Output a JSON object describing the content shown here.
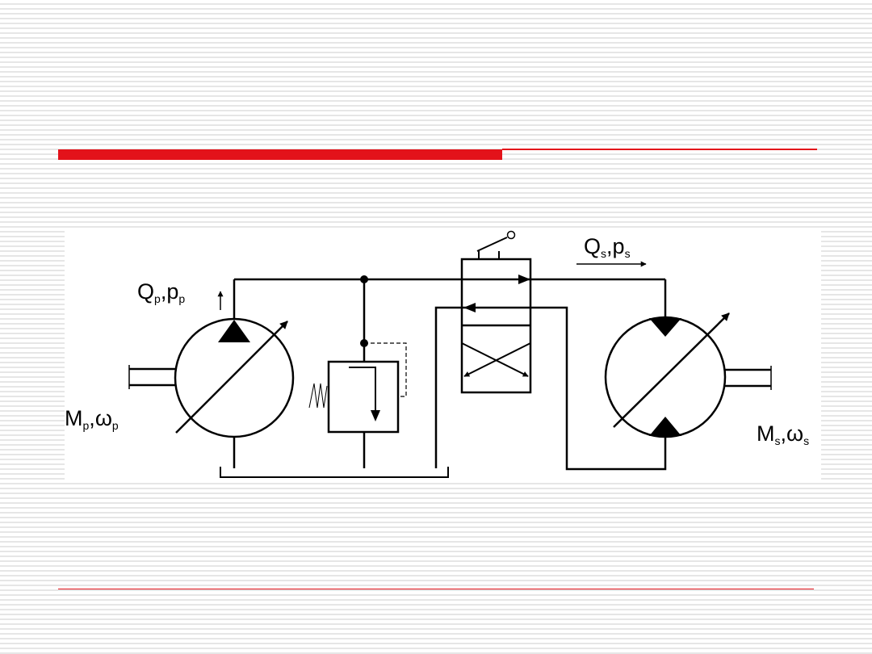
{
  "theme": {
    "accent": "#e3121a",
    "line": "#000000"
  },
  "labels": {
    "pump_flow_Q": "Q",
    "pump_flow_p": "p",
    "pump_sub": "p",
    "pump_torque_M": "M",
    "pump_torque_omega": "ω",
    "pump_torque_sub": "p",
    "motor_flow_Q": "Q",
    "motor_flow_p": "p",
    "motor_sub": "s",
    "motor_torque_M": "M",
    "motor_torque_omega": "ω",
    "motor_torque_sub": "s",
    "comma": ","
  },
  "icons": {
    "pump": "variable-displacement-pump-icon",
    "motor": "variable-displacement-motor-icon",
    "relief_valve": "pressure-relief-valve-icon",
    "directional_valve": "directional-control-valve-icon",
    "lever": "manual-lever-icon"
  }
}
